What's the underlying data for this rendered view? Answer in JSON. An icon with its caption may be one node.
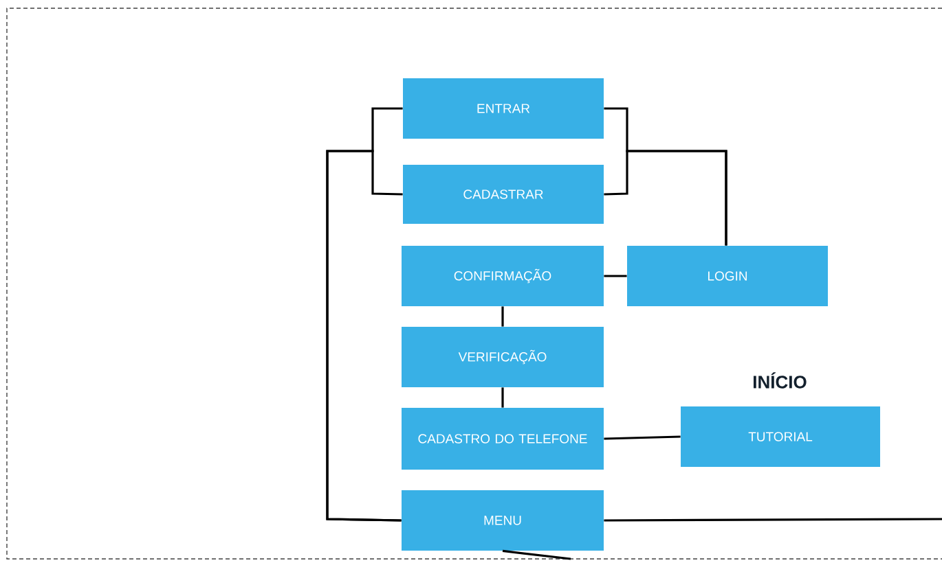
{
  "diagram": {
    "nodes": [
      {
        "text": [
          "ENTRAR"
        ]
      },
      {
        "text": [
          "CADASTRAR"
        ]
      },
      {
        "text": [
          "CONFIRMAÇÃO"
        ]
      },
      {
        "text": [
          "LOGIN"
        ]
      },
      {
        "text": [
          "VERIFICAÇÃO"
        ]
      },
      {
        "text": [
          "CADASTRO DO TELEFONE"
        ]
      },
      {
        "text": [
          "TUTORIAL"
        ]
      },
      {
        "text": [
          "MENU"
        ]
      }
    ],
    "edges": [
      {
        "from": 0,
        "to": 7,
        "arrow": "none"
      },
      {
        "from": 1,
        "to": 7,
        "arrow": "none"
      },
      {
        "from": 0,
        "to": 3,
        "arrow": "none"
      },
      {
        "from": 1,
        "to": 3,
        "arrow": "none"
      },
      {
        "from": 2,
        "to": 3,
        "arrow": "none"
      },
      {
        "from": 2,
        "to": 4,
        "arrow": "none"
      },
      {
        "from": 4,
        "to": 5,
        "arrow": "none"
      },
      {
        "from": 5,
        "to": 6,
        "arrow": "none"
      },
      {
        "from": 7,
        "to": null,
        "arrow": "none"
      },
      {
        "from": 7,
        "to": null,
        "arrow": "none"
      }
    ],
    "labels": [
      "INÍCIO"
    ]
  }
}
